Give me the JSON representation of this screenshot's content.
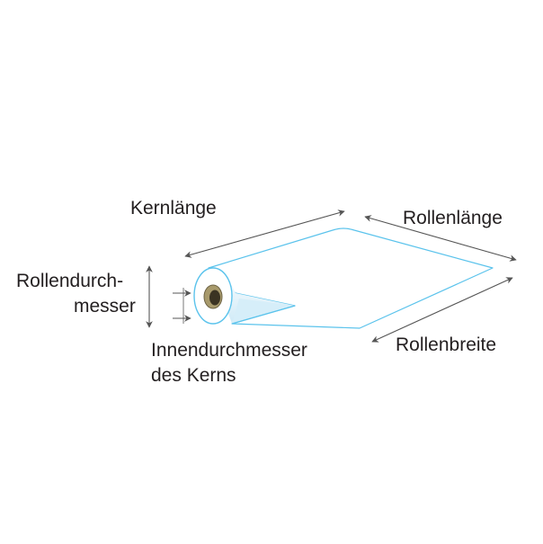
{
  "labels": {
    "core_length": "Kernlänge",
    "roll_length": "Rollenlänge",
    "roll_diameter_line1": "Rollendurch-",
    "roll_diameter_line2": "messer",
    "core_inner_diameter_line1": "Innendurchmesser",
    "core_inner_diameter_line2": "des Kerns",
    "roll_width": "Rollenbreite"
  },
  "colors": {
    "paper_edge": "#5bc3ec",
    "paper_shadow": "#d6eef9",
    "core_outer": "#a89a6c",
    "core_inner": "#3b3322",
    "arrow": "#555555",
    "text": "#231f20"
  }
}
